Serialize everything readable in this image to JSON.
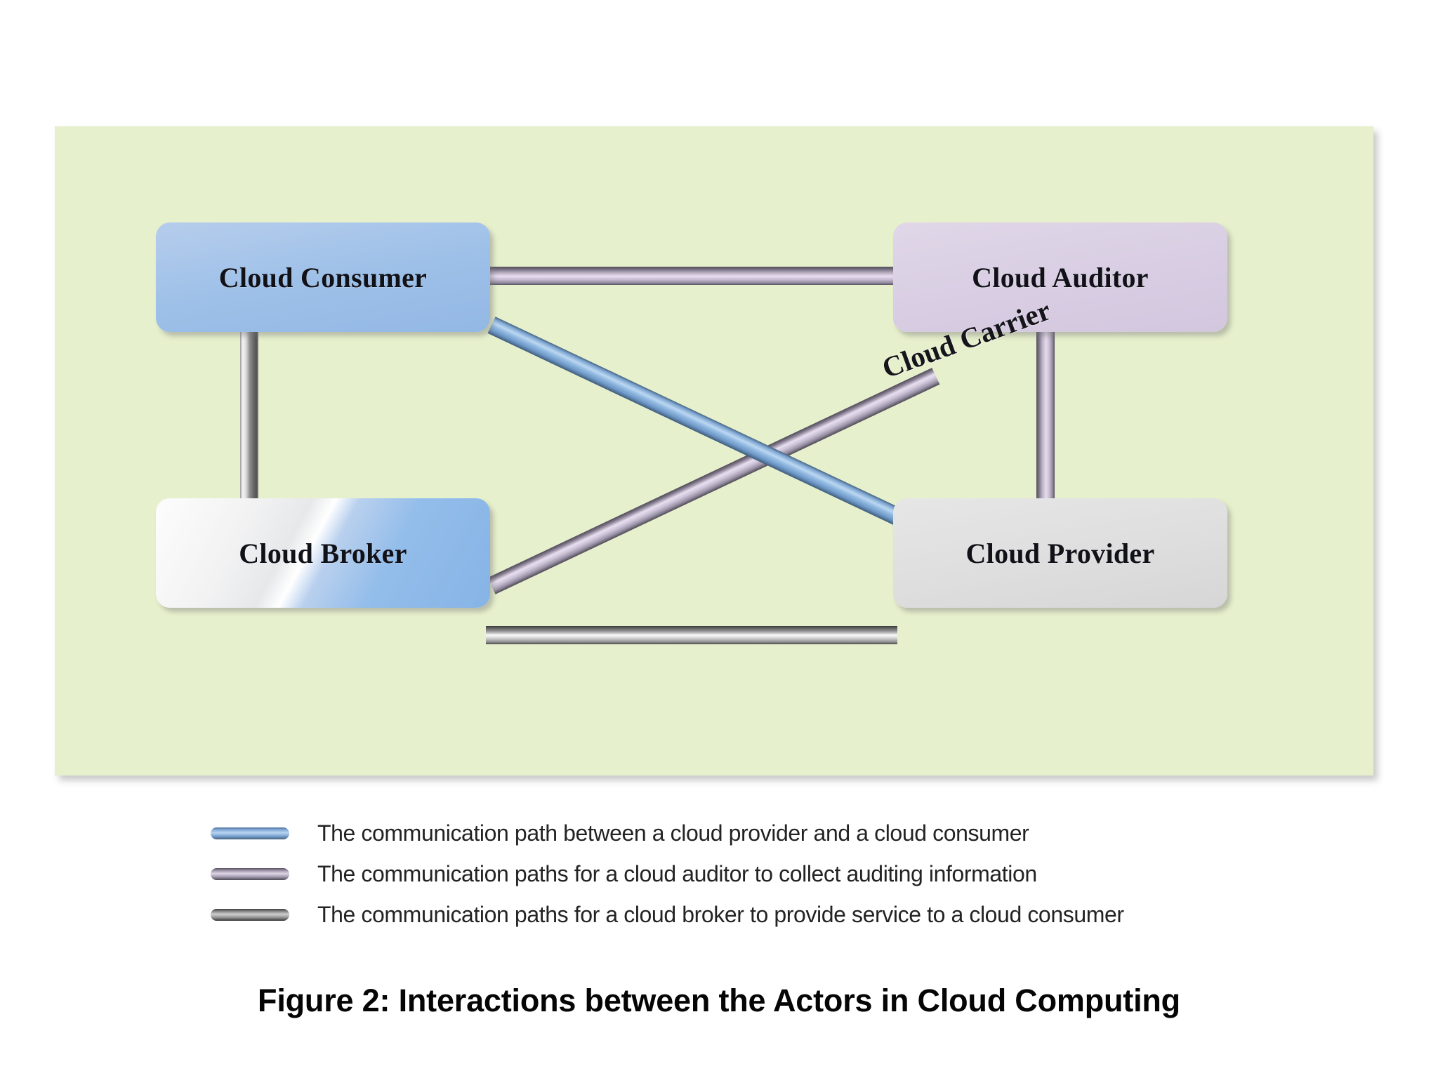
{
  "figure": {
    "caption": "Figure 2: Interactions between the Actors in Cloud Computing",
    "panel_background": "#e7f0cd",
    "page_background": "#ffffff"
  },
  "diagram": {
    "carrier_label": "Cloud Carrier",
    "nodes": [
      {
        "id": "cloud-consumer",
        "label": "Cloud Consumer",
        "color": "#9dc0e8",
        "position": "top-left"
      },
      {
        "id": "cloud-auditor",
        "label": "Cloud Auditor",
        "color": "#d8cde3",
        "position": "top-right"
      },
      {
        "id": "cloud-broker",
        "label": "Cloud Broker",
        "color": "#93bdea",
        "position": "bottom-left"
      },
      {
        "id": "cloud-provider",
        "label": "Cloud Provider",
        "color": "#dedede",
        "position": "bottom-right"
      }
    ],
    "edges": [
      {
        "id": "consumer-auditor",
        "from": "cloud-consumer",
        "to": "cloud-auditor",
        "color": "#d8cde3",
        "kind": "auditor-path"
      },
      {
        "id": "consumer-broker",
        "from": "cloud-consumer",
        "to": "cloud-broker",
        "color": "#b0b0b0",
        "kind": "broker-path"
      },
      {
        "id": "consumer-provider",
        "from": "cloud-consumer",
        "to": "cloud-provider",
        "color": "#8ab0dc",
        "kind": "provider-consumer-path"
      },
      {
        "id": "broker-auditor",
        "from": "cloud-broker",
        "to": "cloud-auditor",
        "color": "#d8cde3",
        "kind": "auditor-path"
      },
      {
        "id": "broker-provider",
        "from": "cloud-broker",
        "to": "cloud-provider",
        "color": "#b0b0b0",
        "kind": "broker-path"
      },
      {
        "id": "auditor-provider",
        "from": "cloud-auditor",
        "to": "cloud-provider",
        "color": "#d8cde3",
        "kind": "auditor-path"
      }
    ]
  },
  "legend": {
    "items": [
      {
        "swatch": "blue",
        "text": "The communication path between a cloud provider and a cloud consumer"
      },
      {
        "swatch": "purple",
        "text": "The communication paths for a cloud auditor to collect auditing information"
      },
      {
        "swatch": "gray",
        "text": "The communication paths for a cloud broker to provide service to a cloud consumer"
      }
    ]
  }
}
